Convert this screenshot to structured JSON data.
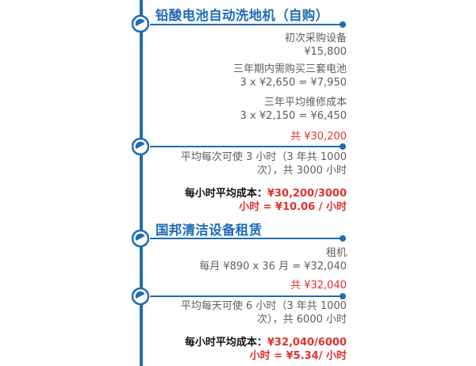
{
  "section1": {
    "title": "铅酸电池自动洗地机（自购）",
    "purchase_label": "初次采购设备",
    "purchase_price": "¥15,800",
    "battery_label": "三年期内需购买三套电池",
    "battery_calc": "3 x ¥2,650 = ¥7,950",
    "maintenance_label": "三年平均维修成本",
    "maintenance_calc": "3 x ¥2,150 = ¥6,450",
    "total": "共 ¥30,200",
    "usage_line1": "平均每次可使 3 小时（3 年共 1000",
    "usage_line2": "次），共 3000 小时",
    "cost_label": "每小时平均成本：",
    "cost_formula": "¥30,200/3000",
    "cost_result": "小时 = ¥10.06 / 小时"
  },
  "section2": {
    "title": "国邦清洁设备租赁",
    "rent_label": "租机",
    "rent_calc": "每月 ¥890 x 36 月 = ¥32,040",
    "total": "共 ¥32,040",
    "usage_line1": "平均每天可使 6 小时（3 年共 1000",
    "usage_line2": "次），共 6000 小时",
    "cost_label": "每小时平均成本：",
    "cost_formula": "¥32,040/6000",
    "cost_result": "小时 = ¥5.34/ 小时"
  },
  "colors": {
    "accent": "#1f6cb5",
    "highlight": "#e0322e",
    "text": "#5e5e5e"
  },
  "icons": {
    "node": "timeline-node-icon"
  }
}
